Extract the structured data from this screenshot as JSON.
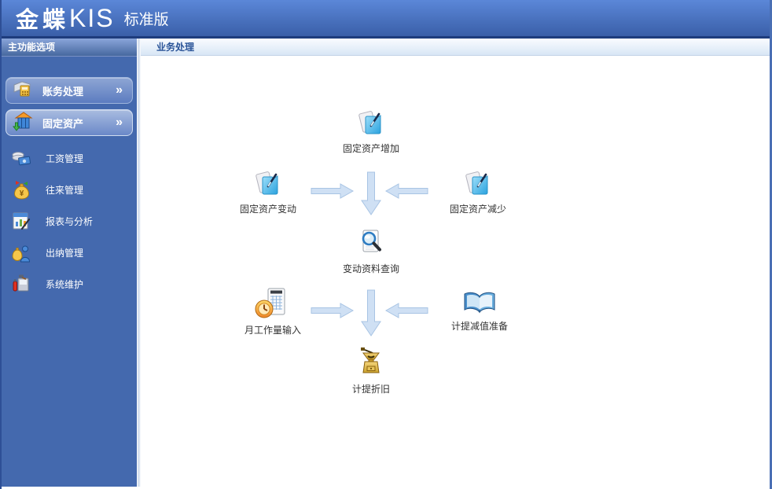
{
  "titlebar": {
    "brand_cn": "金蝶",
    "brand_en": "KIS",
    "edition": "标准版"
  },
  "sidebar": {
    "header": "主功能选项",
    "buttons": [
      {
        "label": "账务处理",
        "chevron": "»",
        "icon": "ledger-calculator-icon",
        "selected": false
      },
      {
        "label": "固定资产",
        "chevron": "»",
        "icon": "asset-cabinet-icon",
        "selected": true
      }
    ],
    "items": [
      {
        "label": "工资管理",
        "icon": "payroll-coins-icon"
      },
      {
        "label": "往来管理",
        "icon": "money-bag-icon"
      },
      {
        "label": "报表与分析",
        "icon": "report-chart-icon"
      },
      {
        "label": "出纳管理",
        "icon": "cashier-bag-icon"
      },
      {
        "label": "系统维护",
        "icon": "maintenance-tools-icon"
      }
    ]
  },
  "main": {
    "header": "业务处理",
    "flow_nodes": [
      {
        "label": "固定资产增加",
        "icon": "document-pen-icon"
      },
      {
        "label": "固定资产变动",
        "icon": "document-pen-icon"
      },
      {
        "label": "固定资产减少",
        "icon": "document-pen-icon"
      },
      {
        "label": "变动资料查询",
        "icon": "search-document-icon"
      },
      {
        "label": "月工作量输入",
        "icon": "clock-sheet-icon"
      },
      {
        "label": "计提减值准备",
        "icon": "open-book-icon"
      },
      {
        "label": "计提折旧",
        "icon": "grinder-icon"
      }
    ]
  },
  "colors": {
    "titlebar_top": "#5b87d8",
    "titlebar_bottom": "#3a5fa8",
    "sidebar_bg": "#4469ae",
    "panel_border": "#1e3c7c",
    "main_header_text": "#2a5498",
    "arrow_fill": "#cfe0f4",
    "arrow_stroke": "#a8c4e4"
  }
}
